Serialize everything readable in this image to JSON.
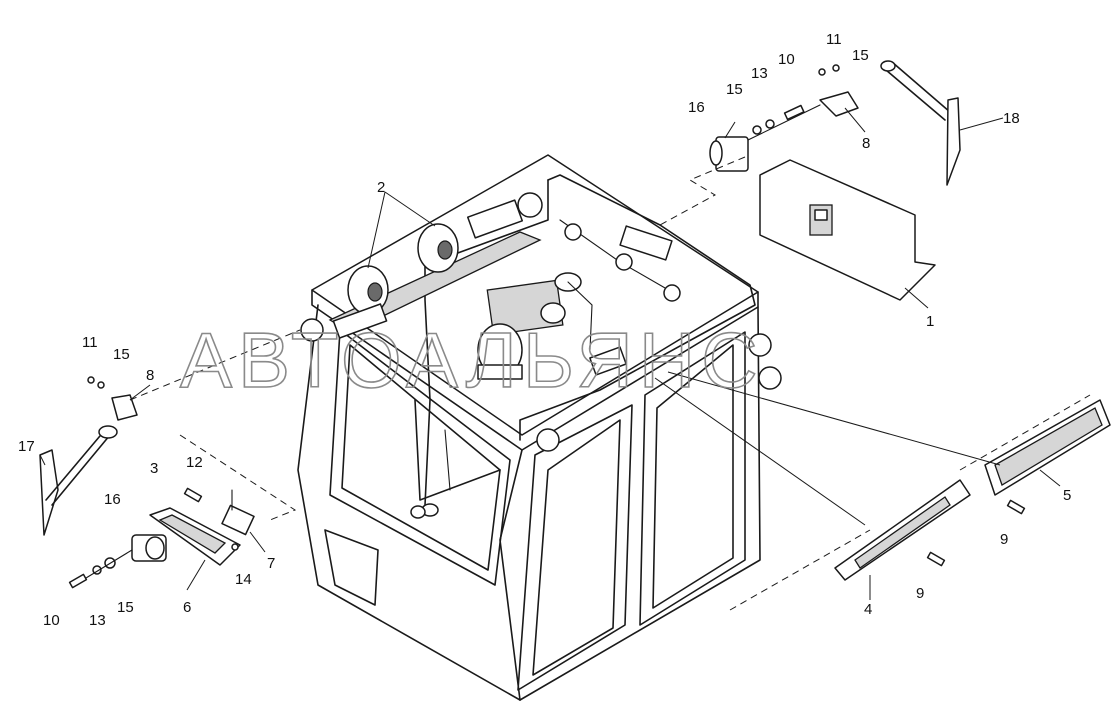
{
  "callouts": {
    "c1": "1",
    "c2": "2",
    "c3": "3",
    "c4": "4",
    "c5": "5",
    "c6": "6",
    "c7": "7",
    "c8_left": "8",
    "c8_right": "8",
    "c9_a": "9",
    "c9_b": "9",
    "c10_left": "10",
    "c10_right": "10",
    "c11_left": "11",
    "c11_right": "11",
    "c12": "12",
    "c13_left": "13",
    "c13_right": "13",
    "c14": "14",
    "c15_left_top": "15",
    "c15_left_bottom": "15",
    "c15_right_a": "15",
    "c15_right_b": "15",
    "c16_left": "16",
    "c16_right": "16",
    "c17": "17",
    "c18": "18"
  },
  "watermark": "АВТОАЛЬЯНС"
}
